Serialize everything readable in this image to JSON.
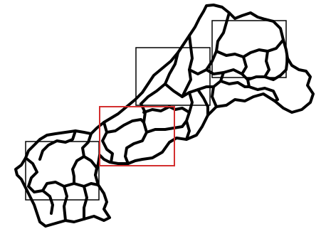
{
  "map": {
    "background_color": "#ffffff",
    "outline_color": "#000000",
    "highlight_color": "#d32f2f",
    "frames": [
      {
        "id": "frame-southwest",
        "highlighted": false
      },
      {
        "id": "frame-central",
        "highlighted": true
      },
      {
        "id": "frame-middle-north",
        "highlighted": false
      },
      {
        "id": "frame-northeast",
        "highlighted": false
      }
    ]
  }
}
